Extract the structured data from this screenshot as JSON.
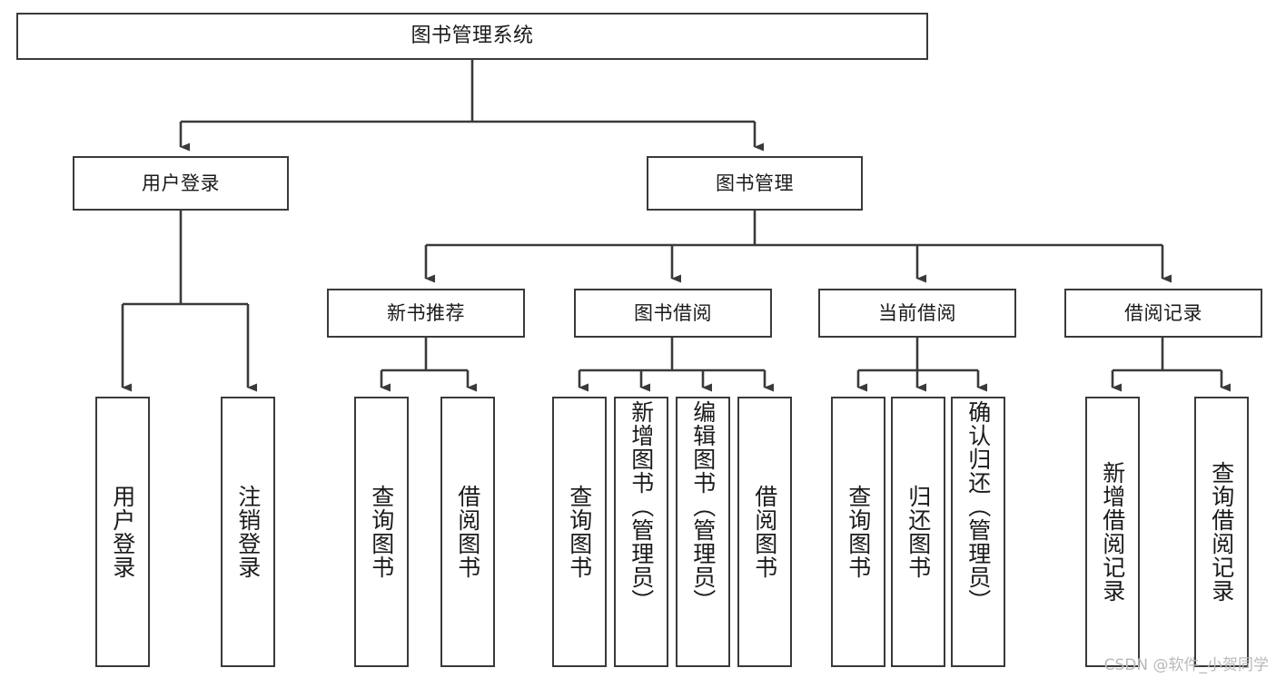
{
  "diagram": {
    "title": "图书管理系统",
    "type": "tree-structure-chart",
    "watermark": "CSDN @软件_小贺同学",
    "colors": {
      "background": "#ffffff",
      "node_border": "#3a3a3a",
      "node_fill": "#ffffff",
      "edge": "#3a3a3a",
      "text": "#1a1a1a",
      "watermark": "#b9b9b9"
    },
    "nodes": {
      "root": {
        "label": "图书管理系统"
      },
      "level2": [
        {
          "label": "用户登录"
        },
        {
          "label": "图书管理"
        }
      ],
      "level3": [
        {
          "label": "新书推荐"
        },
        {
          "label": "图书借阅"
        },
        {
          "label": "当前借阅"
        },
        {
          "label": "借阅记录"
        }
      ],
      "leaves": {
        "user_login": [
          {
            "label": "用户登录"
          },
          {
            "label": "注销登录"
          }
        ],
        "new_book": [
          {
            "label": "查询图书"
          },
          {
            "label": "借阅图书"
          }
        ],
        "book_borrow": [
          {
            "label": "查询图书"
          },
          {
            "label": "新增图书（管理员）"
          },
          {
            "label": "编辑图书（管理员）"
          },
          {
            "label": "借阅图书"
          }
        ],
        "current_borrow": [
          {
            "label": "查询图书"
          },
          {
            "label": "归还图书"
          },
          {
            "label": "确认归还（管理员）"
          }
        ],
        "borrow_record": [
          {
            "label": "新增借阅记录"
          },
          {
            "label": "查询借阅记录"
          }
        ]
      }
    }
  }
}
